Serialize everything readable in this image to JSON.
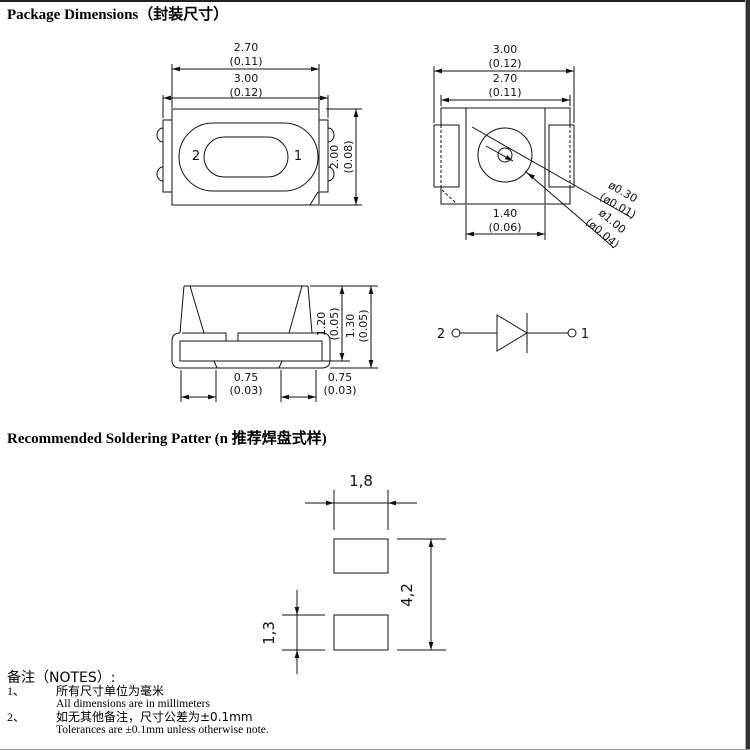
{
  "headings": {
    "package_dimensions": "Package Dimensions（封装尺寸）",
    "soldering_pattern": "Recommended Soldering Patter (n 推荐焊盘式样)"
  },
  "top_view": {
    "width_inner": "2.70",
    "width_inner_in": "(0.11)",
    "width_outer": "3.00",
    "width_outer_in": "(0.12)",
    "height": "2.00",
    "height_in": "(0.08)",
    "pin_left": "2",
    "pin_right": "1"
  },
  "bottom_view": {
    "width_outer": "3.00",
    "width_outer_in": "(0.12)",
    "width_inner": "2.70",
    "width_inner_in": "(0.11)",
    "pad_gap": "1.40",
    "pad_gap_in": "(0.06)",
    "dia_small": "ø0.30",
    "dia_small_in": "(ø0.01)",
    "dia_large": "ø1.00",
    "dia_large_in": "(ø0.04)"
  },
  "side_view": {
    "height_inner": "1.20",
    "height_inner_in": "(0.05)",
    "height_outer": "1.30",
    "height_outer_in": "(0.05)",
    "pad_left": "0.75",
    "pad_left_in": "(0.03)",
    "pad_right": "0.75",
    "pad_right_in": "(0.03)"
  },
  "schematic": {
    "anode_label": "2",
    "cathode_label": "1"
  },
  "soldering": {
    "pad_width": "1,8",
    "total_length": "4,2",
    "pad_length": "1,3"
  },
  "notes": {
    "title": "备注（NOTES）:",
    "items": [
      {
        "num": "1、",
        "zh": "所有尺寸单位为毫米",
        "en": "All dimensions are in millimeters"
      },
      {
        "num": "2、",
        "zh": "如无其他备注，尺寸公差为±0.1mm",
        "en": "Tolerances are ±0.1mm unless otherwise note."
      }
    ]
  }
}
